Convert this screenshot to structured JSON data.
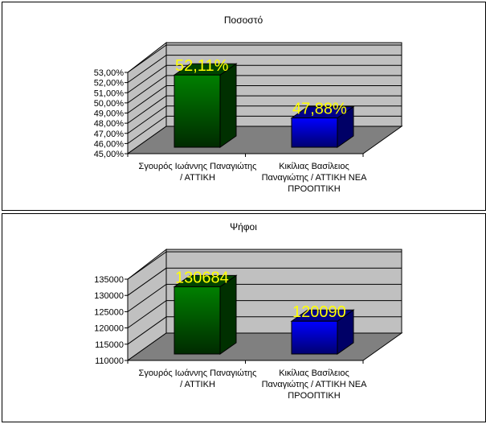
{
  "chart_data": [
    {
      "type": "bar",
      "title": "Ποσοστό",
      "categories": [
        [
          "Σγουρός Ιωάννης Παναγιώτης",
          "/ ΑΤΤΙΚΗ"
        ],
        [
          "Κικίλιας Βασίλειος",
          "Παναγιώτης / ΑΤΤΙΚΗ ΝΕΑ",
          "ΠΡΟΟΠΤΙΚΗ"
        ]
      ],
      "values": [
        52.11,
        47.88
      ],
      "data_labels": [
        "52,11%",
        "47,88%"
      ],
      "ylim": [
        45,
        53
      ],
      "yticks": [
        "45,00%",
        "46,00%",
        "47,00%",
        "48,00%",
        "49,00%",
        "50,00%",
        "51,00%",
        "52,00%",
        "53,00%"
      ],
      "colors": [
        "#008000",
        "#0000ff"
      ],
      "grid": true,
      "style": "3d"
    },
    {
      "type": "bar",
      "title": "Ψήφοι",
      "categories": [
        [
          "Σγουρός Ιωάννης Παναγιώτης",
          "/ ΑΤΤΙΚΗ"
        ],
        [
          "Κικίλιας Βασίλειος",
          "Παναγιώτης / ΑΤΤΙΚΗ ΝΕΑ",
          "ΠΡΟΟΠΤΙΚΗ"
        ]
      ],
      "values": [
        130684,
        120090
      ],
      "data_labels": [
        "130684",
        "120090"
      ],
      "ylim": [
        110000,
        135000
      ],
      "yticks": [
        "110000",
        "115000",
        "120000",
        "125000",
        "130000",
        "135000"
      ],
      "colors": [
        "#008000",
        "#0000ff"
      ],
      "grid": true,
      "style": "3d"
    }
  ]
}
